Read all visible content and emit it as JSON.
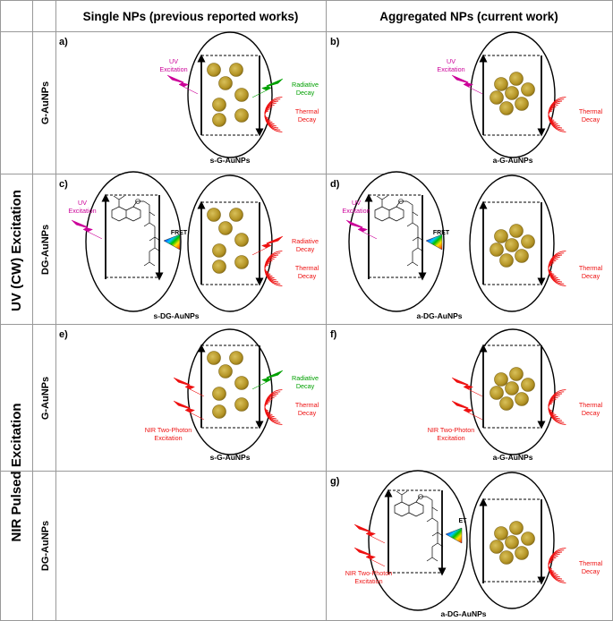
{
  "header": {
    "col1": "Single NPs (previous reported works)",
    "col2": "Aggregated NPs (current work)"
  },
  "side": {
    "uv": "UV (CW) Excitation",
    "nir": "NIR Pulsed Excitation",
    "g1": "G-AuNPs",
    "dg1": "DG-AuNPs",
    "g2": "G-AuNPs",
    "dg2": "DG-AuNPs"
  },
  "panels": {
    "a": {
      "label": "a)",
      "caption": "s-G-AuNPs"
    },
    "b": {
      "label": "b)",
      "caption": "a-G-AuNPs"
    },
    "c": {
      "label": "c)",
      "caption": "s-DG-AuNPs"
    },
    "d": {
      "label": "d)",
      "caption": "a-DG-AuNPs"
    },
    "e": {
      "label": "e)",
      "caption": "s-G-AuNPs"
    },
    "f": {
      "label": "f)",
      "caption": "a-G-AuNPs"
    },
    "g": {
      "label": "g)",
      "caption": "a-DG-AuNPs"
    }
  },
  "labels": {
    "uv_1": "UV",
    "uv_2": "Excitation",
    "rad_1": "Radiative",
    "rad_2": "Decay",
    "therm_1": "Thermal",
    "therm_2": "Decay",
    "nir_1": "NIR  Two-Photon",
    "nir_2": "Excitation",
    "fret": "FRET",
    "et": "ET"
  },
  "colors": {
    "uv": "#cc0099",
    "radiative_green": "#00a000",
    "radiative_red": "#ee1111",
    "thermal": "#ee1111",
    "nir": "#ee1111",
    "np_fill": "#b99a2c",
    "grid": "#999999"
  }
}
